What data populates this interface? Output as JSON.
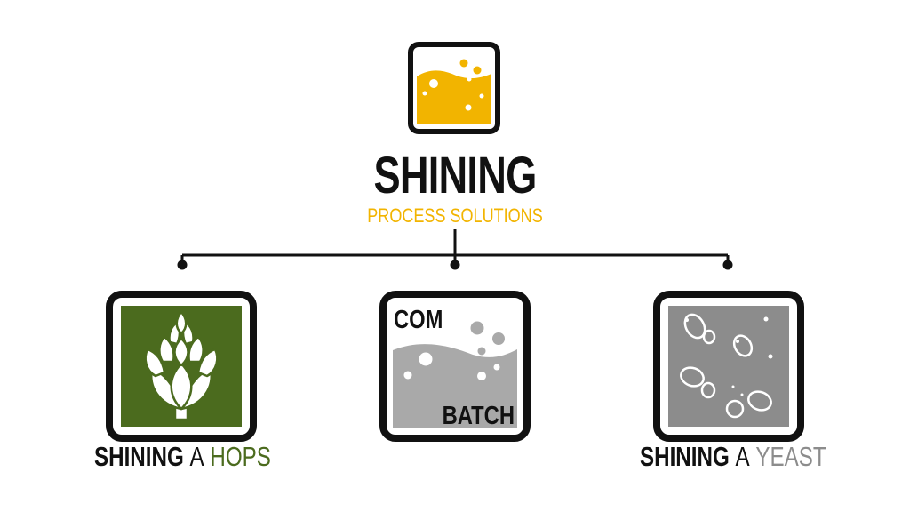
{
  "brand": {
    "title": "SHINING",
    "subtitle": "PROCESS SOLUTIONS"
  },
  "products": [
    {
      "icon": "hop-cone-icon",
      "caption_main": "SHINING",
      "caption_mid": "A",
      "caption_accent": "HOPS",
      "accent_color": "#4b6b1e"
    },
    {
      "icon": "combatch-icon",
      "label_top": "COM",
      "label_bottom": "BATCH"
    },
    {
      "icon": "yeast-bubbles-icon",
      "caption_main": "SHINING",
      "caption_mid": "A",
      "caption_accent": "YEAST",
      "accent_color": "#8c8c8c"
    }
  ],
  "colors": {
    "brand_yellow": "#f2b400",
    "hops_green": "#4b6b1e",
    "yeast_gray": "#8c8c8c",
    "combatch_gray": "#a9a9a9",
    "frame_black": "#111111"
  }
}
